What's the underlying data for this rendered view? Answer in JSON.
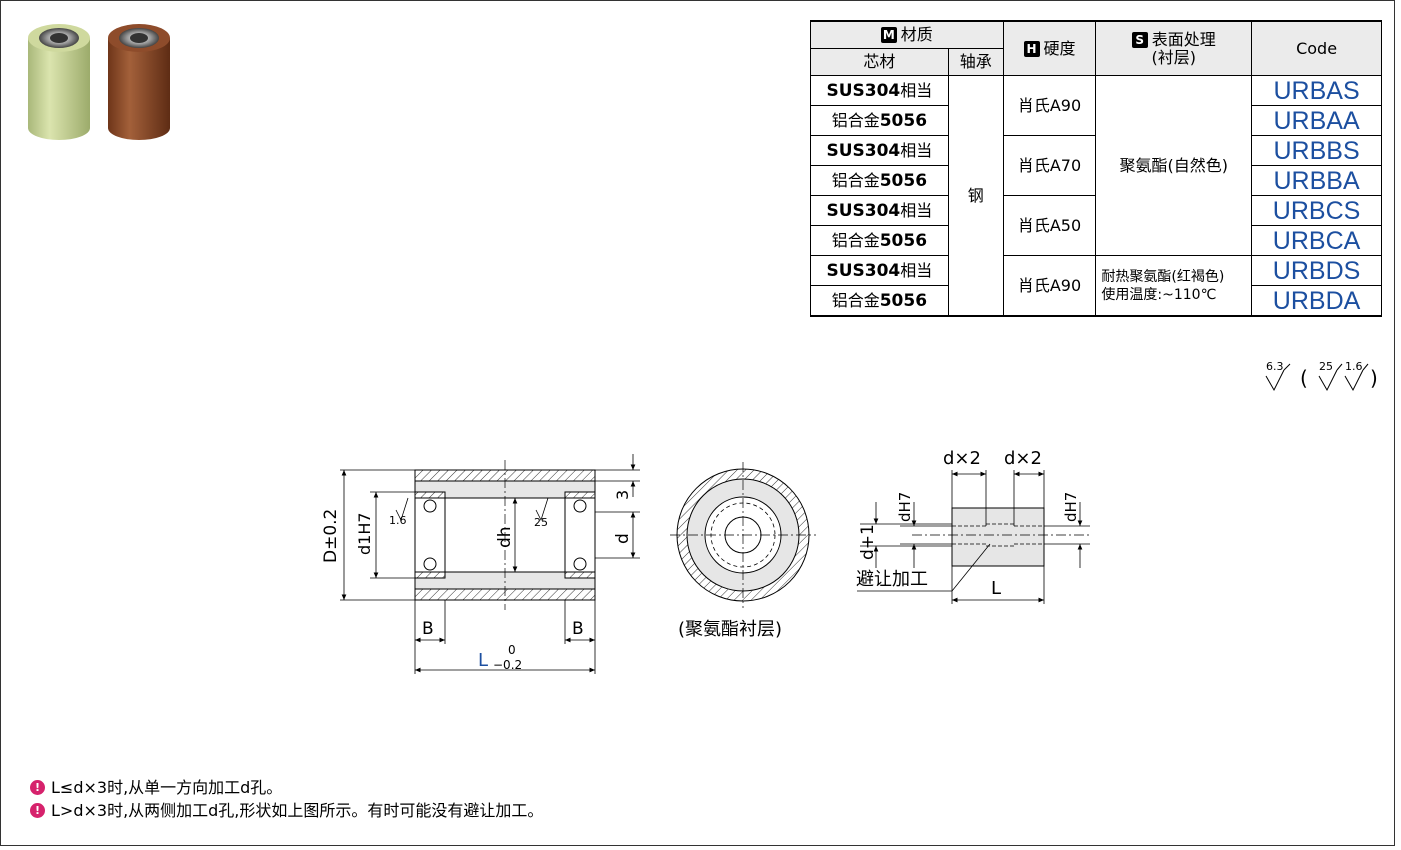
{
  "table": {
    "header_material": "材质",
    "header_material_badge": "M",
    "header_core": "芯材",
    "header_bearing": "轴承",
    "header_hardness": "硬度",
    "header_hardness_badge": "H",
    "header_surface": "表面处理",
    "header_surface_sub": "(衬层)",
    "header_surface_badge": "S",
    "header_code": "Code",
    "bearing_value": "钢",
    "rows": [
      {
        "core_bold": "SUS304",
        "core_rest": "相当",
        "code": "URBAS"
      },
      {
        "core_prefix": "铝合金",
        "core_bold": "5056",
        "code": "URBAA"
      },
      {
        "core_bold": "SUS304",
        "core_rest": "相当",
        "code": "URBBS"
      },
      {
        "core_prefix": "铝合金",
        "core_bold": "5056",
        "code": "URBBA"
      },
      {
        "core_bold": "SUS304",
        "core_rest": "相当",
        "code": "URBCS"
      },
      {
        "core_prefix": "铝合金",
        "core_bold": "5056",
        "code": "URBCA"
      },
      {
        "core_bold": "SUS304",
        "core_rest": "相当",
        "code": "URBDS"
      },
      {
        "core_prefix": "铝合金",
        "core_bold": "5056",
        "code": "URBDA"
      }
    ],
    "hardness": [
      "肖氏A90",
      "肖氏A70",
      "肖氏A50",
      "肖氏A90"
    ],
    "surface_1": "聚氨酯(自然色)",
    "surface_2_line1": "耐热聚氨酯(红褐色)",
    "surface_2_line2": "使用温度:~110℃"
  },
  "roughness": {
    "main": "6.3",
    "alt1": "25",
    "alt2": "1.6"
  },
  "drawing": {
    "D_label": "D±0.2",
    "d1_label": "d1H7",
    "dh_label": "dh",
    "d_label": "d",
    "three": "3",
    "rough_16": "1.6",
    "rough_25": "25",
    "B": "B",
    "L_main": "L",
    "L_tol_up": "0",
    "L_tol_down": "−0.2",
    "section_caption": "(聚氨酯衬层)",
    "dx2_left": "d×2",
    "dx2_right": "d×2",
    "dH7_left": "dH7",
    "dH7_right": "dH7",
    "dplus1": "d+1",
    "relief": "避让加工",
    "L_right": "L"
  },
  "notes": [
    "L≤d×3时,从单一方向加工d孔。",
    "L>d×3时,从两侧加工d孔,形状如上图所示。有时可能没有避让加工。"
  ],
  "colors": {
    "code_blue": "#1c4fa0",
    "note_pink": "#d6226c",
    "roller_green": "#c9d59a",
    "roller_brown": "#8a4a2b"
  }
}
